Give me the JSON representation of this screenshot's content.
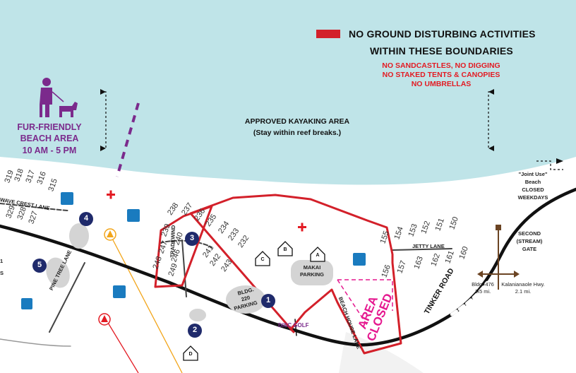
{
  "legend": {
    "title_line1": "NO GROUND DISTURBING ACTIVITIES",
    "title_line2": "WITHIN THESE BOUNDARIES",
    "restrictions": [
      "NO SANDCASTLES, NO DIGGING",
      "NO STAKED TENTS & CANOPIES",
      "NO UMBRELLAS"
    ],
    "swatch_color": "#d3202a"
  },
  "dog_area": {
    "line1": "FUR-FRIENDLY",
    "line2": "BEACH AREA",
    "hours": "10 AM - 5 PM",
    "color": "#7b2a8c"
  },
  "kayak": {
    "title": "APPROVED KAYAKING AREA",
    "note": "(Stay within reef breaks.)"
  },
  "joint_use": {
    "line1": "\"Joint Use\"",
    "line2": "Beach",
    "line3": "CLOSED",
    "line4": "WEEKDAYS"
  },
  "gate": {
    "line1": "SECOND",
    "line2": "(STREAM)",
    "line3": "GATE"
  },
  "directions": {
    "left_line1": "Bldg. 476",
    "left_line2": "1.5 mi.",
    "right_line1": "Kalanianaole Hwy.",
    "right_line2": "2.1 mi."
  },
  "roads": {
    "wave_crest": "WAVE CREST LANE",
    "pine_tree": "PINE TREE LANE",
    "tradewind": "TRADEWIND",
    "jetty": "JETTY LANE",
    "tinker": "TINKER ROAD",
    "beach_house": "BEACH HOUSE LANE",
    "disc_golf": "DISC GOLF"
  },
  "parking": {
    "makai_line1": "MAKAI",
    "makai_line2": "PARKING",
    "bldg_line1": "BLDG.",
    "bldg_line2": "220",
    "bldg_line3": "PARKING"
  },
  "area_closed": {
    "line1": "AREA",
    "line2": "CLOSED"
  },
  "markers": {
    "m1": "1",
    "m2": "2",
    "m3": "3",
    "m4": "4",
    "m5": "5"
  },
  "pavilions": {
    "a": "A",
    "b": "B",
    "c": "C",
    "d": "D"
  },
  "edge_labels": {
    "e1": "1",
    "e2": "S"
  },
  "lots": {
    "west_top": [
      "319",
      "318",
      "317",
      "316",
      "315"
    ],
    "west_bottom": [
      "329",
      "328",
      "327"
    ],
    "tradewind_west": [
      "239",
      "247",
      "248",
      "240",
      "246",
      "249"
    ],
    "tradewind_top": [
      "238",
      "237",
      "236",
      "235",
      "234",
      "233",
      "232"
    ],
    "tradewind_east": [
      "241",
      "242",
      "243"
    ],
    "jetty_top": [
      "155",
      "154",
      "153",
      "152",
      "151",
      "150"
    ],
    "jetty_bottom": [
      "156",
      "157",
      "163",
      "162",
      "161",
      "160"
    ]
  },
  "colors": {
    "ocean": "#bfe4e8",
    "boundary": "#d3202a",
    "road": "#111111",
    "marker": "#1f2a6b",
    "restroom": "#1a7bbf",
    "closed": "#e5188f"
  }
}
